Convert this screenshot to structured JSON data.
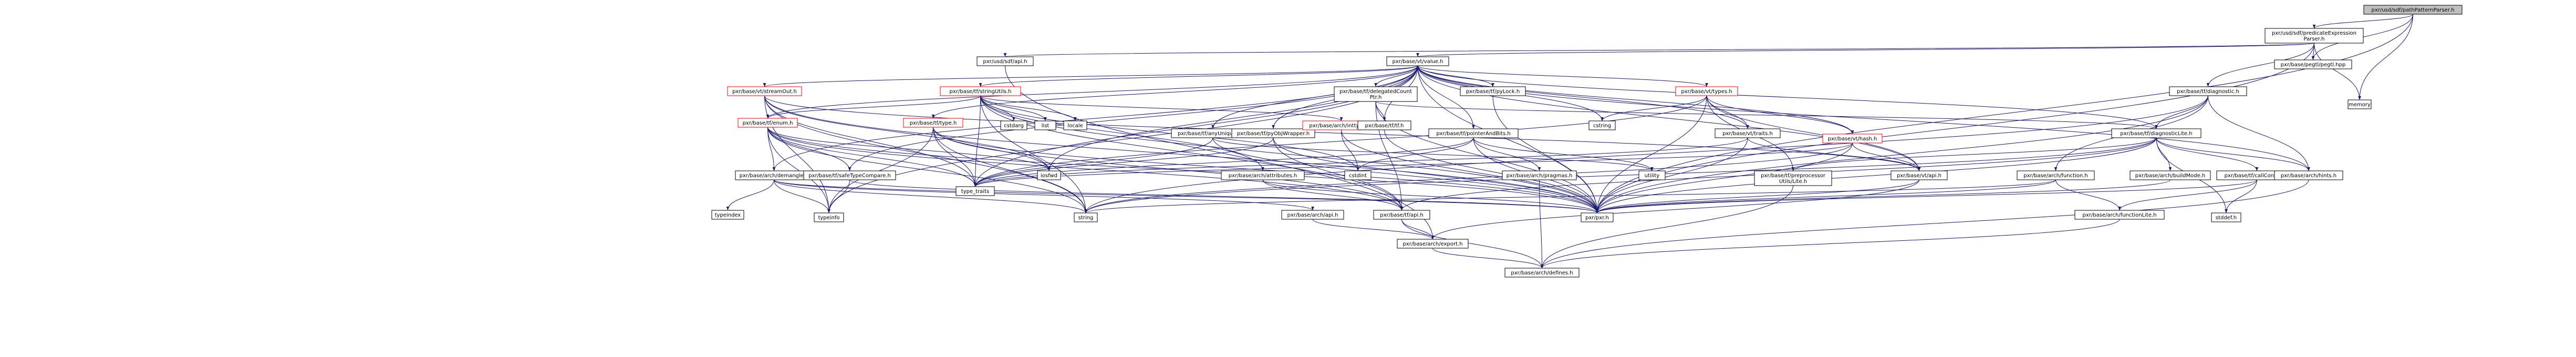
{
  "colors": {
    "node_fill": "#ffffff",
    "node_stroke": "#000000",
    "root_fill": "#bfbfbf",
    "linked_stroke": "#ff0000",
    "edge": "#191970",
    "background": "#ffffff"
  },
  "nodes": [
    {
      "id": "n0",
      "lines": [
        "pxr/usd/sdf/pathPatternParser.h"
      ],
      "root": true
    },
    {
      "id": "n1",
      "lines": [
        "pxr/usd/sdf/predicateExpression",
        "Parser.h"
      ]
    },
    {
      "id": "n2",
      "lines": [
        "pxr/usd/sdf/api.h"
      ]
    },
    {
      "id": "n3",
      "lines": [
        "pxr/base/vt/value.h"
      ]
    },
    {
      "id": "n4",
      "lines": [
        "pxr/base/pegtl/pegtl.hpp"
      ]
    },
    {
      "id": "n5",
      "lines": [
        "pxr/base/tf/diagnostic.h"
      ]
    },
    {
      "id": "n6",
      "lines": [
        "memory"
      ]
    },
    {
      "id": "n7",
      "lines": [
        "pxr/base/vt/streamOut.h"
      ],
      "linked": true
    },
    {
      "id": "n8",
      "lines": [
        "pxr/base/tf/stringUtils.h"
      ],
      "linked": true
    },
    {
      "id": "n9",
      "lines": [
        "pxr/base/tf/delegatedCount",
        "Ptr.h"
      ]
    },
    {
      "id": "n10",
      "lines": [
        "pxr/base/tf/pyLock.h"
      ]
    },
    {
      "id": "n11",
      "lines": [
        "pxr/base/vt/types.h"
      ],
      "linked": true
    },
    {
      "id": "n12",
      "lines": [
        "pxr/base/vt/hash.h"
      ],
      "linked": true
    },
    {
      "id": "n13",
      "lines": [
        "pxr/base/tf/enum.h"
      ],
      "linked": true
    },
    {
      "id": "n14",
      "lines": [
        "pxr/base/tf/type.h"
      ],
      "linked": true
    },
    {
      "id": "n15",
      "lines": [
        "cstdarg"
      ]
    },
    {
      "id": "n16",
      "lines": [
        "list"
      ]
    },
    {
      "id": "n17",
      "lines": [
        "locale"
      ]
    },
    {
      "id": "n18",
      "lines": [
        "pxr/base/tf/anyUniquePtr.h"
      ]
    },
    {
      "id": "n19",
      "lines": [
        "pxr/base/tf/pyObjWrapper.h"
      ]
    },
    {
      "id": "n20",
      "lines": [
        "pxr/base/arch/inttypes.h"
      ],
      "linked": true
    },
    {
      "id": "n21",
      "lines": [
        "pxr/base/tf/tf.h"
      ]
    },
    {
      "id": "n22",
      "lines": [
        "cstring"
      ]
    },
    {
      "id": "n23",
      "lines": [
        "pxr/base/tf/pointerAndBits.h"
      ]
    },
    {
      "id": "n24",
      "lines": [
        "pxr/base/vt/traits.h"
      ]
    },
    {
      "id": "n25",
      "lines": [
        "pxr/base/tf/diagnosticLite.h"
      ]
    },
    {
      "id": "n26",
      "lines": [
        "pxr/base/arch/demangle.h"
      ]
    },
    {
      "id": "n27",
      "lines": [
        "pxr/base/tf/safeTypeCompare.h"
      ]
    },
    {
      "id": "n28",
      "lines": [
        "iosfwd"
      ]
    },
    {
      "id": "n29",
      "lines": [
        "type_traits"
      ]
    },
    {
      "id": "n30",
      "lines": [
        "pxr/base/arch/attributes.h"
      ]
    },
    {
      "id": "n31",
      "lines": [
        "cstdint"
      ]
    },
    {
      "id": "n32",
      "lines": [
        "pxr/base/arch/pragmas.h"
      ]
    },
    {
      "id": "n33",
      "lines": [
        "utility"
      ]
    },
    {
      "id": "n34",
      "lines": [
        "pxr/base/tf/preprocessor",
        "Utils/Lite.h"
      ]
    },
    {
      "id": "n35",
      "lines": [
        "pxr/base/vt/api.h"
      ]
    },
    {
      "id": "n36",
      "lines": [
        "pxr/base/arch/function.h"
      ]
    },
    {
      "id": "n37",
      "lines": [
        "pxr/base/arch/buildMode.h"
      ]
    },
    {
      "id": "n38",
      "lines": [
        "pxr/base/tf/callContext.h"
      ]
    },
    {
      "id": "n39",
      "lines": [
        "pxr/base/arch/hints.h"
      ]
    },
    {
      "id": "n40",
      "lines": [
        "typeindex"
      ]
    },
    {
      "id": "n41",
      "lines": [
        "typeinfo"
      ]
    },
    {
      "id": "n42",
      "lines": [
        "string"
      ]
    },
    {
      "id": "n43",
      "lines": [
        "pxr/base/arch/api.h"
      ]
    },
    {
      "id": "n44",
      "lines": [
        "pxr/base/tf/api.h"
      ]
    },
    {
      "id": "n45",
      "lines": [
        "pxr/pxr.h"
      ]
    },
    {
      "id": "n46",
      "lines": [
        "pxr/base/arch/functionLite.h"
      ]
    },
    {
      "id": "n47",
      "lines": [
        "stddef.h"
      ]
    },
    {
      "id": "n48",
      "lines": [
        "pxr/base/arch/export.h"
      ]
    },
    {
      "id": "n49",
      "lines": [
        "pxr/base/arch/defines.h"
      ]
    }
  ],
  "edges": [
    [
      "n0",
      "n1"
    ],
    [
      "n0",
      "n4"
    ],
    [
      "n0",
      "n6"
    ],
    [
      "n0",
      "n45"
    ],
    [
      "n1",
      "n2"
    ],
    [
      "n1",
      "n3"
    ],
    [
      "n1",
      "n4"
    ],
    [
      "n1",
      "n5"
    ],
    [
      "n1",
      "n6"
    ],
    [
      "n1",
      "n45"
    ],
    [
      "n2",
      "n48"
    ],
    [
      "n3",
      "n7"
    ],
    [
      "n3",
      "n8"
    ],
    [
      "n3",
      "n9"
    ],
    [
      "n3",
      "n10"
    ],
    [
      "n3",
      "n11"
    ],
    [
      "n3",
      "n12"
    ],
    [
      "n3",
      "n13"
    ],
    [
      "n3",
      "n14"
    ],
    [
      "n3",
      "n18"
    ],
    [
      "n3",
      "n19"
    ],
    [
      "n3",
      "n21"
    ],
    [
      "n3",
      "n22"
    ],
    [
      "n3",
      "n23"
    ],
    [
      "n3",
      "n24"
    ],
    [
      "n3",
      "n25"
    ],
    [
      "n3",
      "n26"
    ],
    [
      "n3",
      "n27"
    ],
    [
      "n3",
      "n28"
    ],
    [
      "n3",
      "n29"
    ],
    [
      "n3",
      "n35"
    ],
    [
      "n3",
      "n39"
    ],
    [
      "n3",
      "n41"
    ],
    [
      "n3",
      "n45"
    ],
    [
      "n5",
      "n25"
    ],
    [
      "n5",
      "n36"
    ],
    [
      "n5",
      "n39"
    ],
    [
      "n5",
      "n42"
    ],
    [
      "n5",
      "n45"
    ],
    [
      "n7",
      "n28"
    ],
    [
      "n7",
      "n29"
    ],
    [
      "n7",
      "n35"
    ],
    [
      "n7",
      "n41"
    ],
    [
      "n7",
      "n42"
    ],
    [
      "n7",
      "n45"
    ],
    [
      "n8",
      "n13"
    ],
    [
      "n8",
      "n15"
    ],
    [
      "n8",
      "n16"
    ],
    [
      "n8",
      "n17"
    ],
    [
      "n8",
      "n20"
    ],
    [
      "n8",
      "n29"
    ],
    [
      "n8",
      "n31"
    ],
    [
      "n8",
      "n42"
    ],
    [
      "n8",
      "n30"
    ],
    [
      "n8",
      "n44"
    ],
    [
      "n8",
      "n45"
    ],
    [
      "n9",
      "n21"
    ],
    [
      "n9",
      "n25"
    ],
    [
      "n9",
      "n44"
    ],
    [
      "n9",
      "n45"
    ],
    [
      "n10",
      "n45"
    ],
    [
      "n11",
      "n12"
    ],
    [
      "n11",
      "n22"
    ],
    [
      "n11",
      "n24"
    ],
    [
      "n11",
      "n29"
    ],
    [
      "n11",
      "n34"
    ],
    [
      "n11",
      "n35"
    ],
    [
      "n11",
      "n45"
    ],
    [
      "n12",
      "n29"
    ],
    [
      "n12",
      "n35"
    ],
    [
      "n12",
      "n42"
    ],
    [
      "n12",
      "n45"
    ],
    [
      "n13",
      "n26"
    ],
    [
      "n13",
      "n27"
    ],
    [
      "n13",
      "n28"
    ],
    [
      "n13",
      "n29"
    ],
    [
      "n13",
      "n41"
    ],
    [
      "n13",
      "n42"
    ],
    [
      "n13",
      "n44"
    ],
    [
      "n13",
      "n45"
    ],
    [
      "n14",
      "n28"
    ],
    [
      "n14",
      "n29"
    ],
    [
      "n14",
      "n41"
    ],
    [
      "n14",
      "n42"
    ],
    [
      "n14",
      "n44"
    ],
    [
      "n14",
      "n45"
    ],
    [
      "n18",
      "n29"
    ],
    [
      "n18",
      "n33"
    ],
    [
      "n18",
      "n45"
    ],
    [
      "n19",
      "n29"
    ],
    [
      "n19",
      "n45"
    ],
    [
      "n19",
      "n44"
    ],
    [
      "n20",
      "n31"
    ],
    [
      "n20",
      "n45"
    ],
    [
      "n21",
      "n45"
    ],
    [
      "n23",
      "n31"
    ],
    [
      "n23",
      "n32"
    ],
    [
      "n23",
      "n33"
    ],
    [
      "n23",
      "n29"
    ],
    [
      "n23",
      "n45"
    ],
    [
      "n24",
      "n35"
    ],
    [
      "n24",
      "n29"
    ],
    [
      "n24",
      "n45"
    ],
    [
      "n25",
      "n37"
    ],
    [
      "n25",
      "n38"
    ],
    [
      "n25",
      "n39"
    ],
    [
      "n25",
      "n34"
    ],
    [
      "n25",
      "n44"
    ],
    [
      "n25",
      "n47"
    ],
    [
      "n25",
      "n42"
    ],
    [
      "n25",
      "n45"
    ],
    [
      "n26",
      "n40"
    ],
    [
      "n26",
      "n41"
    ],
    [
      "n26",
      "n42"
    ],
    [
      "n26",
      "n43"
    ],
    [
      "n26",
      "n45"
    ],
    [
      "n27",
      "n41"
    ],
    [
      "n27",
      "n45"
    ],
    [
      "n30",
      "n44"
    ],
    [
      "n30",
      "n45"
    ],
    [
      "n32",
      "n49"
    ],
    [
      "n34",
      "n49"
    ],
    [
      "n35",
      "n45"
    ],
    [
      "n35",
      "n48"
    ],
    [
      "n36",
      "n46"
    ],
    [
      "n36",
      "n42"
    ],
    [
      "n36",
      "n45"
    ],
    [
      "n37",
      "n45"
    ],
    [
      "n38",
      "n46"
    ],
    [
      "n38",
      "n47"
    ],
    [
      "n38",
      "n45"
    ],
    [
      "n39",
      "n49"
    ],
    [
      "n43",
      "n48"
    ],
    [
      "n44",
      "n48"
    ],
    [
      "n44",
      "n49"
    ],
    [
      "n46",
      "n49"
    ],
    [
      "n48",
      "n49"
    ]
  ]
}
